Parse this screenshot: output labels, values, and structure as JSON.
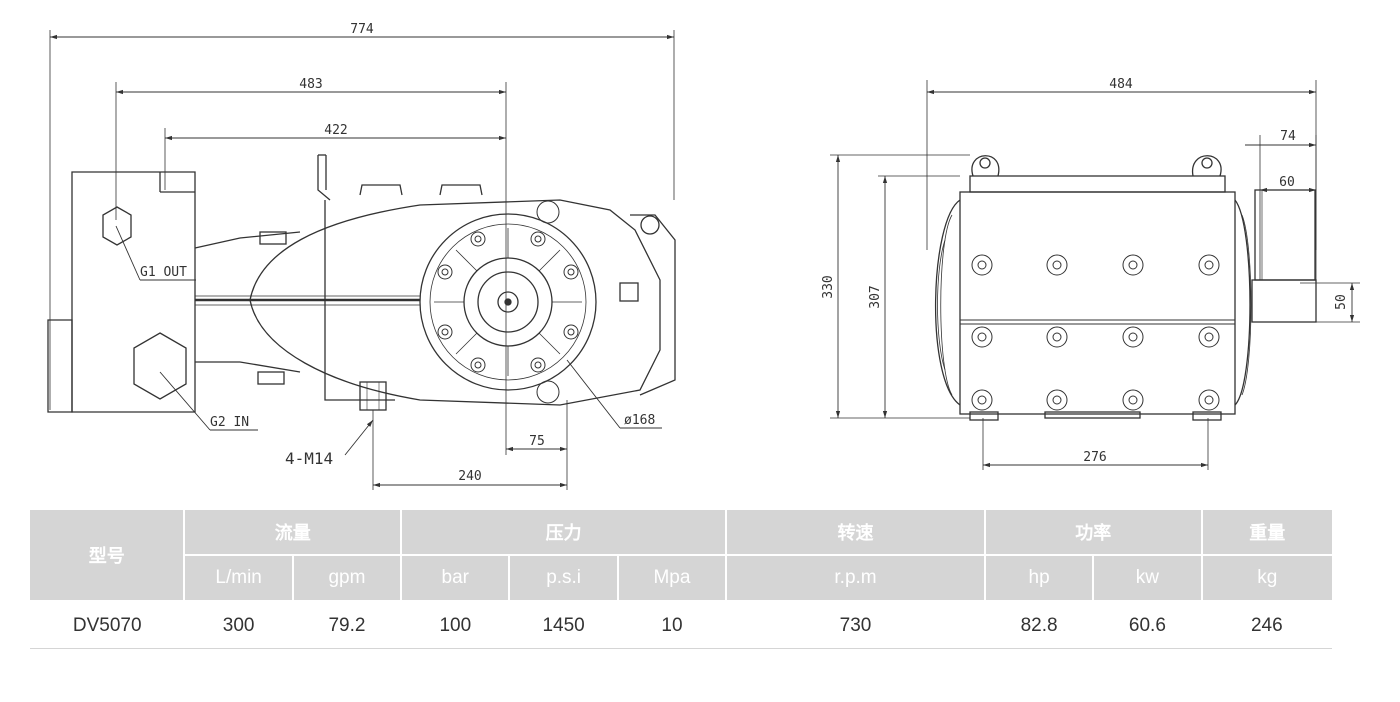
{
  "drawing": {
    "side_view": {
      "dims": {
        "overall": "774",
        "d483": "483",
        "d422": "422",
        "d240": "240",
        "d75": "75",
        "diameter": "ø168"
      },
      "callouts": {
        "outlet": "G1 OUT",
        "inlet": "G2 IN",
        "bolts": "4-M14"
      }
    },
    "end_view": {
      "dims": {
        "width": "484",
        "shaft_ext": "74",
        "shaft_len": "60",
        "height_total": "330",
        "height_body": "307",
        "shaft_dia": "50",
        "foot_spacing": "276"
      }
    }
  },
  "table": {
    "header": {
      "model": "型号",
      "flow": "流量",
      "pressure": "压力",
      "speed": "转速",
      "power": "功率",
      "weight": "重量"
    },
    "units": [
      "L/min",
      "gpm",
      "bar",
      "p.s.i",
      "Mpa",
      "r.p.m",
      "hp",
      "kw",
      "kg"
    ],
    "rows": [
      [
        "DV5070",
        "300",
        "79.2",
        "100",
        "1450",
        "10",
        "730",
        "82.8",
        "60.6",
        "246"
      ]
    ]
  }
}
